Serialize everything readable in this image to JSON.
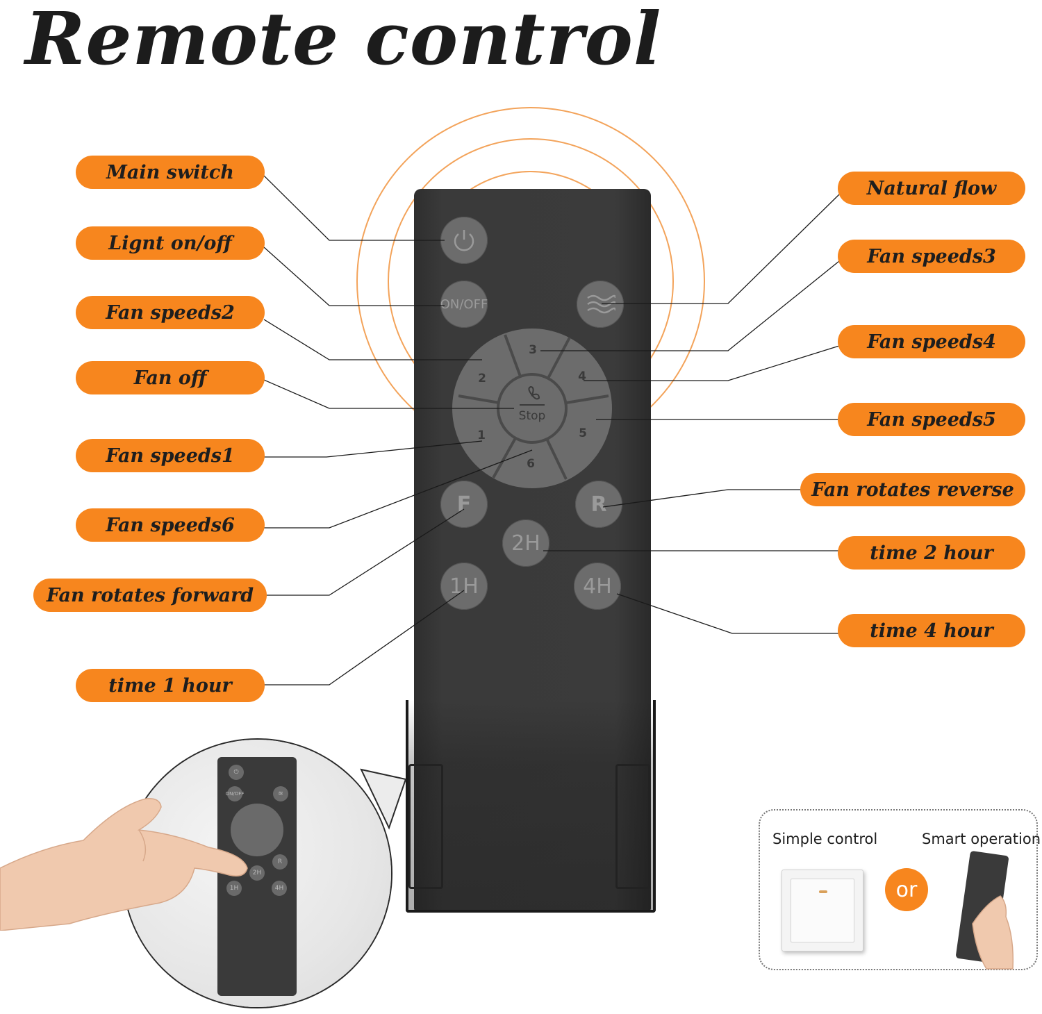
{
  "title": "Remote control",
  "labels_left": {
    "main_switch": "Main switch",
    "light": "Lignt on/off",
    "fan_speeds2": "Fan speeds2",
    "fan_off": "Fan off",
    "fan_speeds1": "Fan speeds1",
    "fan_speeds6": "Fan speeds6",
    "fan_forward": "Fan rotates forward",
    "time1": "time 1 hour"
  },
  "labels_right": {
    "natural_flow": "Natural flow",
    "fan_speeds3": "Fan speeds3",
    "fan_speeds4": "Fan speeds4",
    "fan_speeds5": "Fan speeds5",
    "fan_reverse": "Fan rotates reverse",
    "time2": "time 2 hour",
    "time4": "time 4 hour"
  },
  "remote": {
    "onoff": "ON/OFF",
    "dial": [
      "3",
      "2",
      "4",
      "1",
      "5",
      "6"
    ],
    "stop": "Stop",
    "forward": "F",
    "reverse": "R",
    "t2": "2H",
    "t1": "1H",
    "t4": "4H"
  },
  "mini_remote": {
    "onoff": "ON/OFF",
    "t2": "2H",
    "r": "R",
    "t1": "1H",
    "t4": "4H"
  },
  "compare": {
    "simple": "Simple control",
    "smart": "Smart operation",
    "or": "or"
  },
  "colors": {
    "accent": "#f7861e",
    "remote_body": "#3b3b3b",
    "button": "#6c6c6c"
  }
}
